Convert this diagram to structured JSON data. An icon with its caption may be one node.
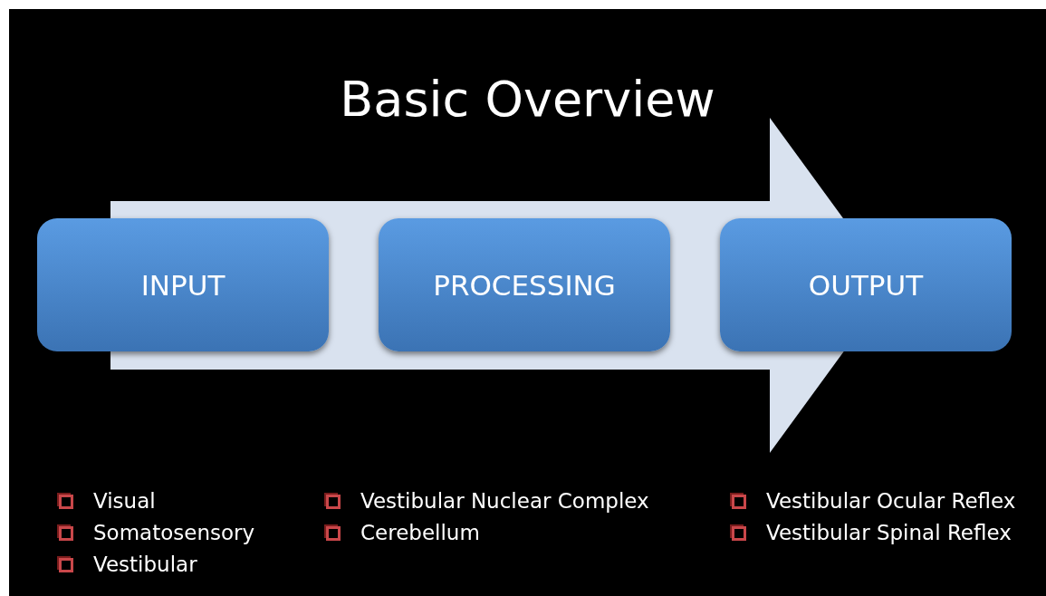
{
  "diagram": {
    "title": "Basic Overview",
    "nodes": [
      {
        "text": [
          "INPUT"
        ],
        "beside": [
          "Visual",
          "Somatosensory",
          "Vestibular"
        ]
      },
      {
        "text": [
          "PROCESSING"
        ],
        "beside": [
          "Vestibular Nuclear Complex",
          "Cerebellum"
        ]
      },
      {
        "text": [
          "OUTPUT"
        ],
        "beside": [
          "Vestibular Ocular Reflex",
          "Vestibular Spinal Reflex"
        ]
      }
    ],
    "edges": []
  }
}
